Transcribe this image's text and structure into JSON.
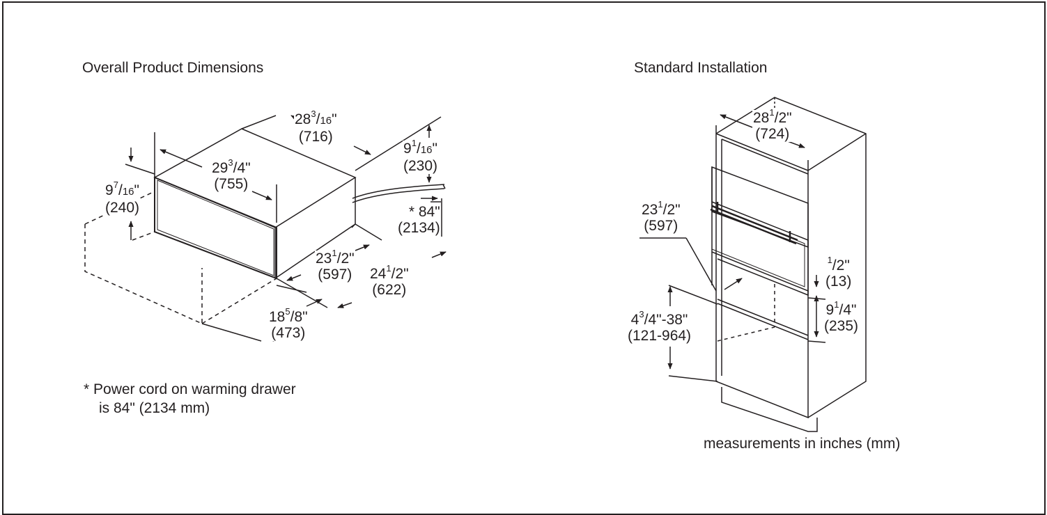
{
  "left": {
    "title": "Overall Product Dimensions",
    "dims": {
      "top_depth": {
        "whole": "28",
        "num": "3",
        "den": "16",
        "mm": "(716)"
      },
      "width": {
        "whole": "29",
        "num": "3",
        "den": "4",
        "mm": "(755)"
      },
      "height": {
        "whole": "9",
        "num": "7",
        "den": "16",
        "mm": "(240)"
      },
      "cord_height": {
        "whole": "9",
        "num": "1",
        "den": "16",
        "mm": "(230)"
      },
      "cord": {
        "text": "* 84\"",
        "mm": "(2134)"
      },
      "depth_1": {
        "whole": "23",
        "num": "1",
        "den": "2",
        "mm": "(597)"
      },
      "depth_2": {
        "whole": "24",
        "num": "1",
        "den": "2",
        "mm": "(622)"
      },
      "extension": {
        "whole": "18",
        "num": "5",
        "den": "8",
        "mm": "(473)"
      }
    },
    "note_line1": "* Power cord on warming drawer",
    "note_line2": "is 84\" (2134 mm)"
  },
  "right": {
    "title": "Standard Installation",
    "dims": {
      "cab_width": {
        "whole": "28",
        "num": "1",
        "den": "2",
        "mm": "(724)"
      },
      "depth": {
        "whole": "23",
        "num": "1",
        "den": "2",
        "mm": "(597)"
      },
      "gap": {
        "whole": "",
        "num": "1",
        "den": "2",
        "mm": "(13)"
      },
      "opening": {
        "whole": "9",
        "num": "1",
        "den": "4",
        "mm": "(235)"
      },
      "range": {
        "whole": "4",
        "num": "3",
        "den": "4",
        "suffix": "\"-38\"",
        "mm": "(121-964)"
      }
    },
    "caption": "measurements in inches (mm)"
  }
}
